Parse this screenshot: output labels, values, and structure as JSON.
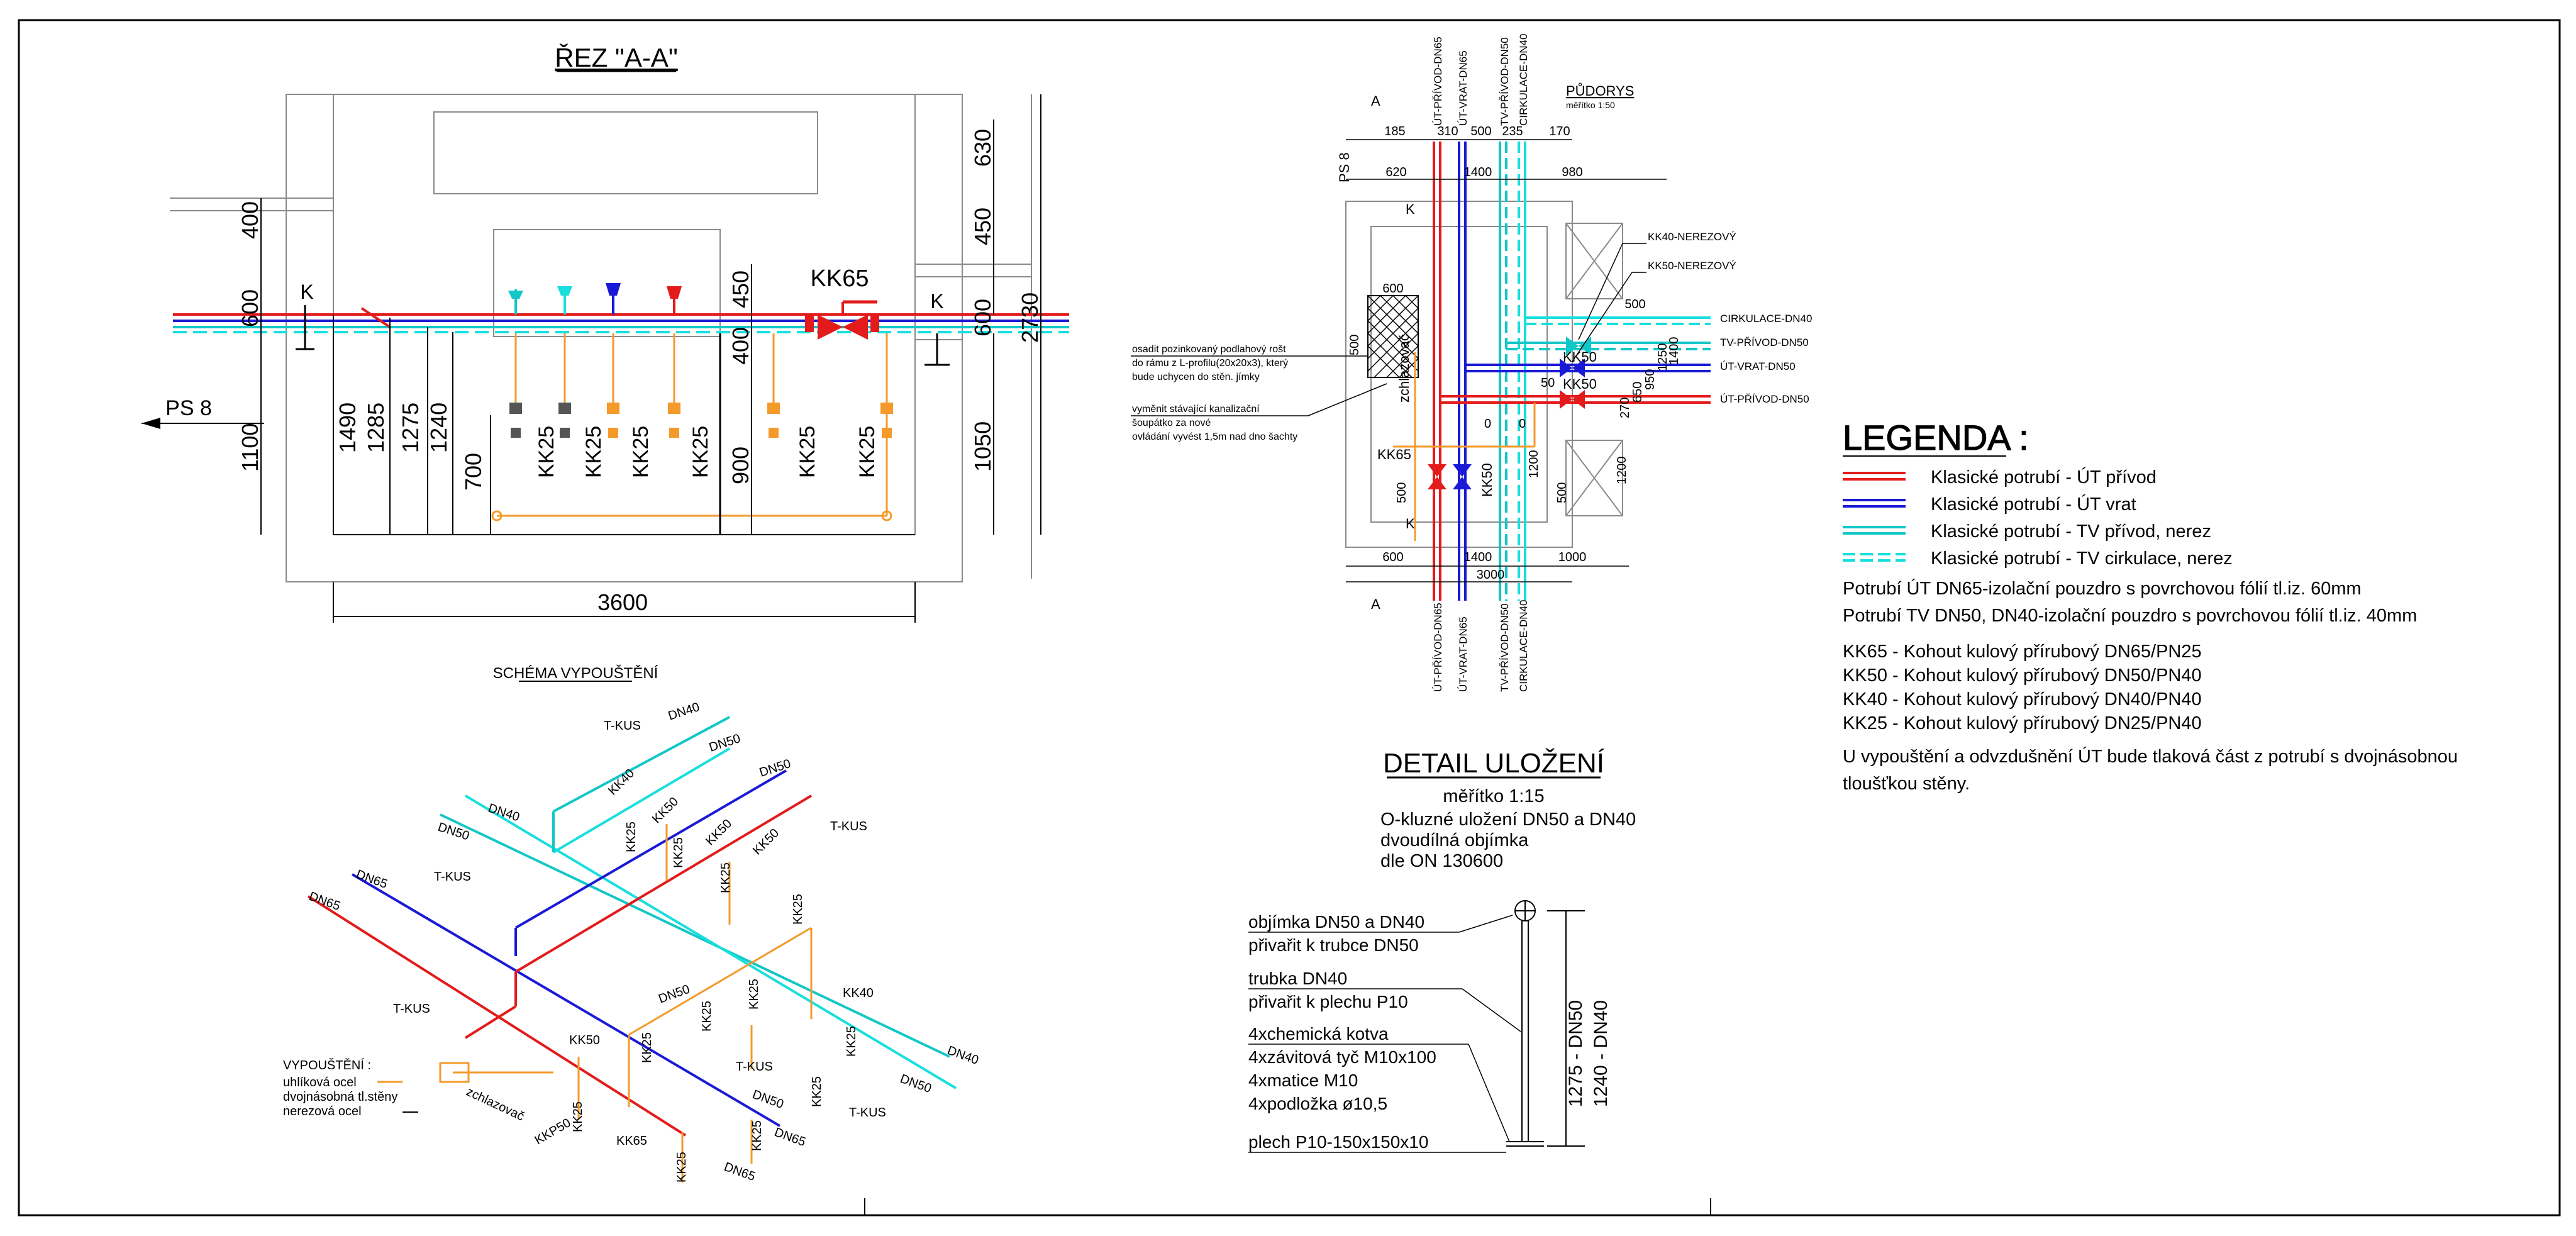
{
  "colors": {
    "ut_supply": "#e31b1b",
    "ut_return": "#1a1ad6",
    "tv_supply": "#12c7c7",
    "tv_circulation": "#19dede",
    "drain": "#f39a2a",
    "line": "#000000",
    "structure": "#8a8a8a"
  },
  "section": {
    "title": "ŘEZ \"A-A\"",
    "dims": [
      "400",
      "600",
      "1490",
      "1285",
      "1275",
      "1240",
      "700",
      "1100",
      "900",
      "400",
      "450",
      "630",
      "450",
      "600",
      "2730",
      "1050",
      "3600"
    ],
    "labels": [
      "K",
      "K",
      "KK65",
      "PS 8"
    ],
    "kk25": [
      "KK25",
      "KK25",
      "KK25",
      "KK25",
      "KK25",
      "KK25"
    ]
  },
  "plan": {
    "title": "PŮDORYS",
    "scale": "měřítko 1:50",
    "pipe_labels_top": [
      "ÚT-PŘÍVOD-DN65",
      "ÚT-VRAT-DN65",
      "TV-PŘÍVOD-DN50",
      "CIRKULACE-DN40"
    ],
    "pipe_labels_bottom": [
      "ÚT-PŘÍVOD-DN65",
      "ÚT-VRAT-DN65",
      "TV-PŘÍVOD-DN50",
      "CIRKULACE-DN40"
    ],
    "side_labels": [
      "CIRKULACE-DN40",
      "TV-PŘÍVOD-DN50",
      "ÚT-VRAT-DN50",
      "ÚT-PŘÍVOD-DN50"
    ],
    "valve_notes": [
      "KK40-NEREZOVÝ",
      "KK50-NEREZOVÝ"
    ],
    "dims_top": [
      "185",
      "310",
      "500",
      "235",
      "170"
    ],
    "dims_top2": [
      "620",
      "1400",
      "980"
    ],
    "dims_bottom": [
      "600",
      "1400",
      "1000",
      "3000"
    ],
    "dims_misc": [
      "600",
      "500",
      "500",
      "1200",
      "1200",
      "270",
      "650",
      "950",
      "1250",
      "1400",
      "500",
      "500",
      "0",
      "0",
      "50"
    ],
    "marks": [
      "A",
      "A",
      "PS 8",
      "K",
      "K",
      "KK50",
      "KK50",
      "KK65",
      "KK50",
      "zchlazovač"
    ],
    "note1": [
      "osadit pozinkovaný podlahový rošt",
      "do rámu z L-profilu(20x20x3), který",
      "bude uchycen do stěn. jímky"
    ],
    "note2": [
      "vyměnit stávající kanalizační",
      "šoupátko za nové",
      "ovládání vyvést 1,5m nad dno šachty"
    ]
  },
  "legend": {
    "title": "LEGENDA :",
    "items": [
      "Klasické potrubí - ÚT přívod",
      "Klasické potrubí - ÚT vrat",
      "Klasické potrubí - TV přívod, nerez",
      "Klasické potrubí - TV cirkulace, nerez"
    ],
    "insulation": [
      "Potrubí ÚT DN65-izolační pouzdro s povrchovou fólií tl.iz. 60mm",
      "Potrubí TV DN50, DN40-izolační pouzdro s povrchovou fólií tl.iz. 40mm"
    ],
    "valves": [
      "KK65 - Kohout kulový přírubový DN65/PN25",
      "KK50 - Kohout kulový přírubový DN50/PN40",
      "KK40 - Kohout kulový přírubový DN40/PN40",
      "KK25 - Kohout kulový přírubový DN25/PN40"
    ],
    "note": [
      "U vypouštění a odvzdušnění ÚT bude tlaková část z potrubí s dvojnásobnou",
      "tloušťkou stěny."
    ]
  },
  "detail": {
    "title": "DETAIL ULOŽENÍ",
    "scale": "měřítko 1:15",
    "desc": [
      "O-kluzné uložení DN50 a DN40",
      "dvoudílná objímka",
      "dle ON 130600"
    ],
    "callouts": [
      [
        "objímka DN50 a DN40",
        "přivařit k trubce DN50"
      ],
      [
        "trubka DN40",
        "přivařit k plechu P10"
      ],
      [
        "4xchemická kotva",
        "4xzávitová tyč M10x100",
        "4xmatice M10",
        "4xpodložka ø10,5"
      ],
      [
        "plech P10-150x150x10"
      ]
    ],
    "dims": [
      "1275 - DN50",
      "1240 - DN40"
    ]
  },
  "schema": {
    "title": "SCHÉMA VYPOUŠTĚNÍ",
    "labels": [
      "T-KUS",
      "DN40",
      "DN50",
      "DN50",
      "KK40",
      "KK50",
      "KK50",
      "T-KUS",
      "DN40",
      "DN50",
      "KK50",
      "KK25",
      "KK25",
      "KK25",
      "KK25",
      "T-KUS",
      "DN65",
      "DN65",
      "T-KUS",
      "KK40",
      "DN50",
      "KK25",
      "KK25",
      "KK25",
      "KK50",
      "KK25",
      "KK25",
      "T-KUS",
      "DN40",
      "DN50",
      "DN50",
      "KK25",
      "T-KUS",
      "KK25",
      "KK65",
      "DN65",
      "KK25",
      "DN65",
      "KKP50",
      "zchlazovač"
    ],
    "drain_note": [
      "VYPOUŠTĚNÍ :",
      "uhlíková ocel",
      "dvojnásobná tl.stěny",
      "nerezová ocel"
    ]
  }
}
